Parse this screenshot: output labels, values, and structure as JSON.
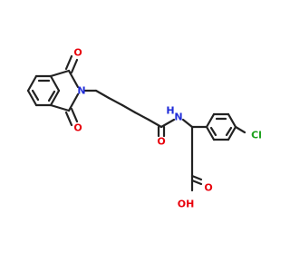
{
  "structure": {
    "atoms": {
      "o_top": "O",
      "o_bottom": "O",
      "n_imide": "N",
      "o_amide": "O",
      "nh": "N",
      "h_amide": "H",
      "cl": "Cl",
      "o_acid": "O",
      "oh": "OH"
    },
    "colors": {
      "oxygen": "#e8000b",
      "nitrogen": "#1f2bd8",
      "chlorine": "#1aa01a",
      "bond": "#222222"
    }
  }
}
